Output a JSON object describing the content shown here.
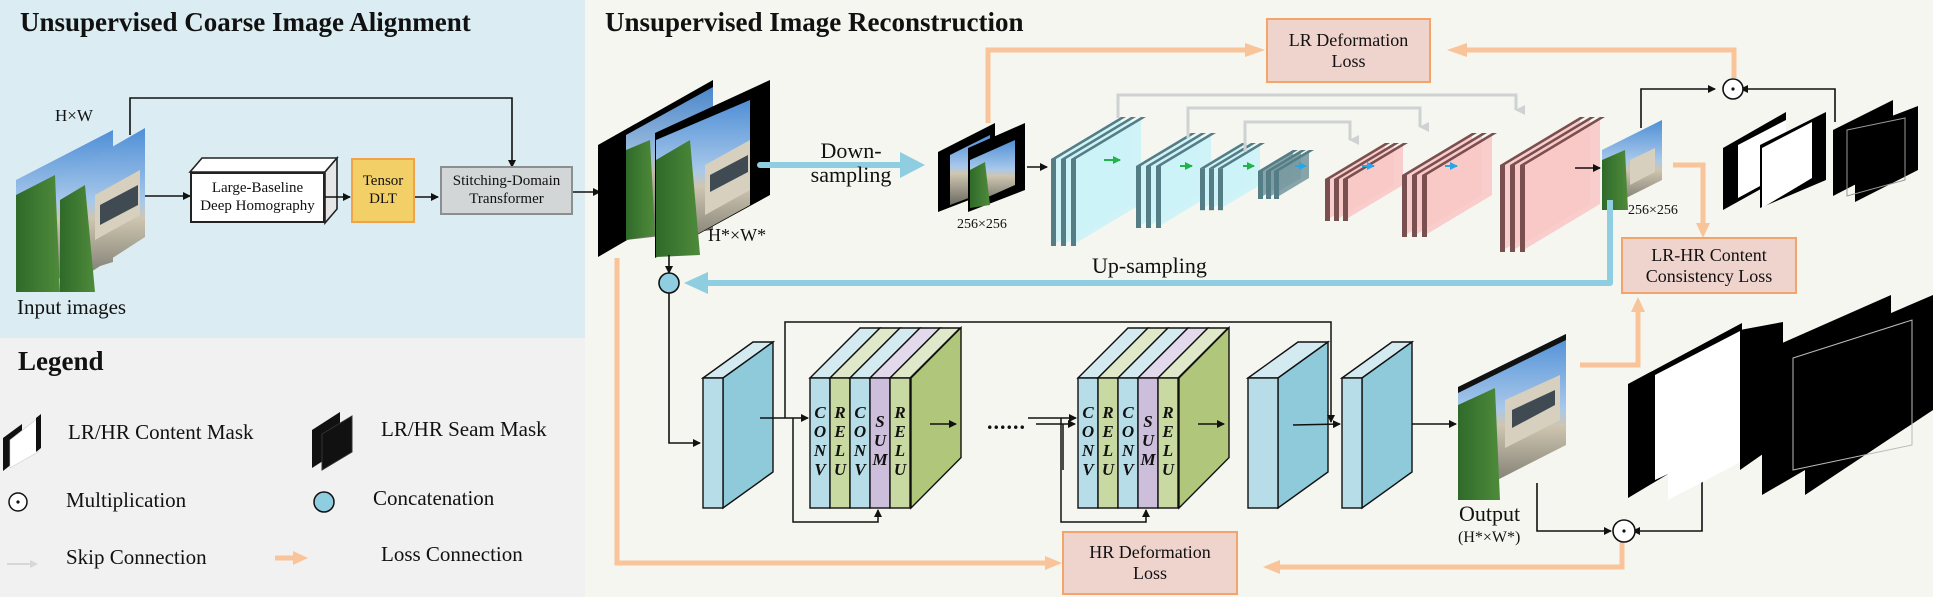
{
  "panels": {
    "alignment": {
      "title": "Unsupervised Coarse Image Alignment",
      "input_size": "H×W",
      "input_label": "Input images",
      "homography_block": [
        "Large-Baseline",
        "Deep Homography"
      ],
      "dlt_block": [
        "Tensor",
        "DLT"
      ],
      "transformer_block": [
        "Stitching-Domain",
        "Transformer"
      ]
    },
    "reconstruction": {
      "title": "Unsupervised Image Reconstruction",
      "warped_size": "H*×W*",
      "downsampling": [
        "Down-",
        "sampling"
      ],
      "upsampling": "Up-sampling",
      "lr_input_size": "256×256",
      "lr_output_size": "256×256",
      "lr_deformation_loss": [
        "LR Deformation",
        "Loss"
      ],
      "lr_hr_consistency_loss": [
        "LR-HR Content",
        "Consistency Loss"
      ],
      "hr_deformation_loss": [
        "HR Deformation",
        "Loss"
      ],
      "resblock_layers": [
        "CONV",
        "RELU",
        "CONV",
        "SUM",
        "RELU"
      ],
      "ellipsis": "......",
      "output_label": "Output",
      "output_size": "(H*×W*)"
    }
  },
  "legend": {
    "title": "Legend",
    "items": [
      {
        "icon": "content-mask-icon",
        "label": "LR/HR Content Mask"
      },
      {
        "icon": "seam-mask-icon",
        "label": "LR/HR Seam Mask"
      },
      {
        "icon": "multiplication-icon",
        "label": "Multiplication"
      },
      {
        "icon": "concatenation-icon",
        "label": "Concatenation"
      },
      {
        "icon": "skip-connection-icon",
        "label": "Skip Connection"
      },
      {
        "icon": "loss-connection-icon",
        "label": "Loss Connection"
      }
    ]
  },
  "colors": {
    "alignment_bg": "#dbedf3",
    "legend_bg": "#f1f1f1",
    "reconstruction_bg": "#f4f6ef",
    "loss_arrow": "#f9c49a",
    "sampling_arrow": "#8fcde0",
    "skip_arrow": "#cfd2d3",
    "loss_box_fill": "#efd3cd",
    "loss_box_border": "#f2a46a",
    "encoder_fill": "#ccf3f7",
    "decoder_fill": "#f8c9c6",
    "conv_fill": "#b7dde8",
    "relu_fill": "#c9d9a2",
    "sum_fill": "#cdbfdc"
  }
}
